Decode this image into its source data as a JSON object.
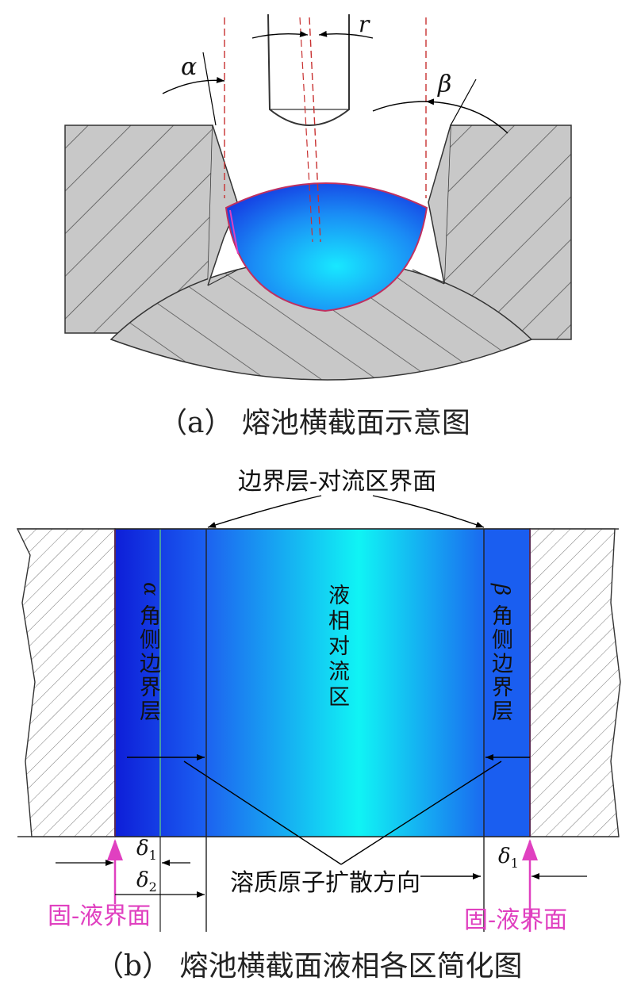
{
  "diagram_a": {
    "caption": "（a）  熔池横截面示意图",
    "angle_alpha": "α",
    "angle_beta": "β",
    "radius": "r"
  },
  "diagram_b": {
    "caption": "（b）  熔池横截面液相各区简化图",
    "interface_label": "边界层-对流区界面",
    "center_zone": [
      "液",
      "相",
      "对",
      "流",
      "区"
    ],
    "left_zone_symbol": "α",
    "left_zone_text": [
      "角",
      "侧",
      "边",
      "界",
      "层"
    ],
    "right_zone_symbol": "β",
    "right_zone_text": [
      "角",
      "侧",
      "边",
      "界",
      "层"
    ],
    "diffusion_label": "溶质原子扩散方向",
    "delta_symbol": "δ",
    "delta1_sub": "1",
    "delta2_sub": "2",
    "solid_liquid_left": "固-液界面",
    "solid_liquid_right": "固-液界面"
  },
  "colors": {
    "pool_blue": "#1a5cf0",
    "pool_cyan": "#10f0f0",
    "boundary_blue": "#1238e8",
    "hatch_gray": "#c8c8c8",
    "interface_pink": "#e040c0",
    "center_line_red": "#c83030"
  }
}
